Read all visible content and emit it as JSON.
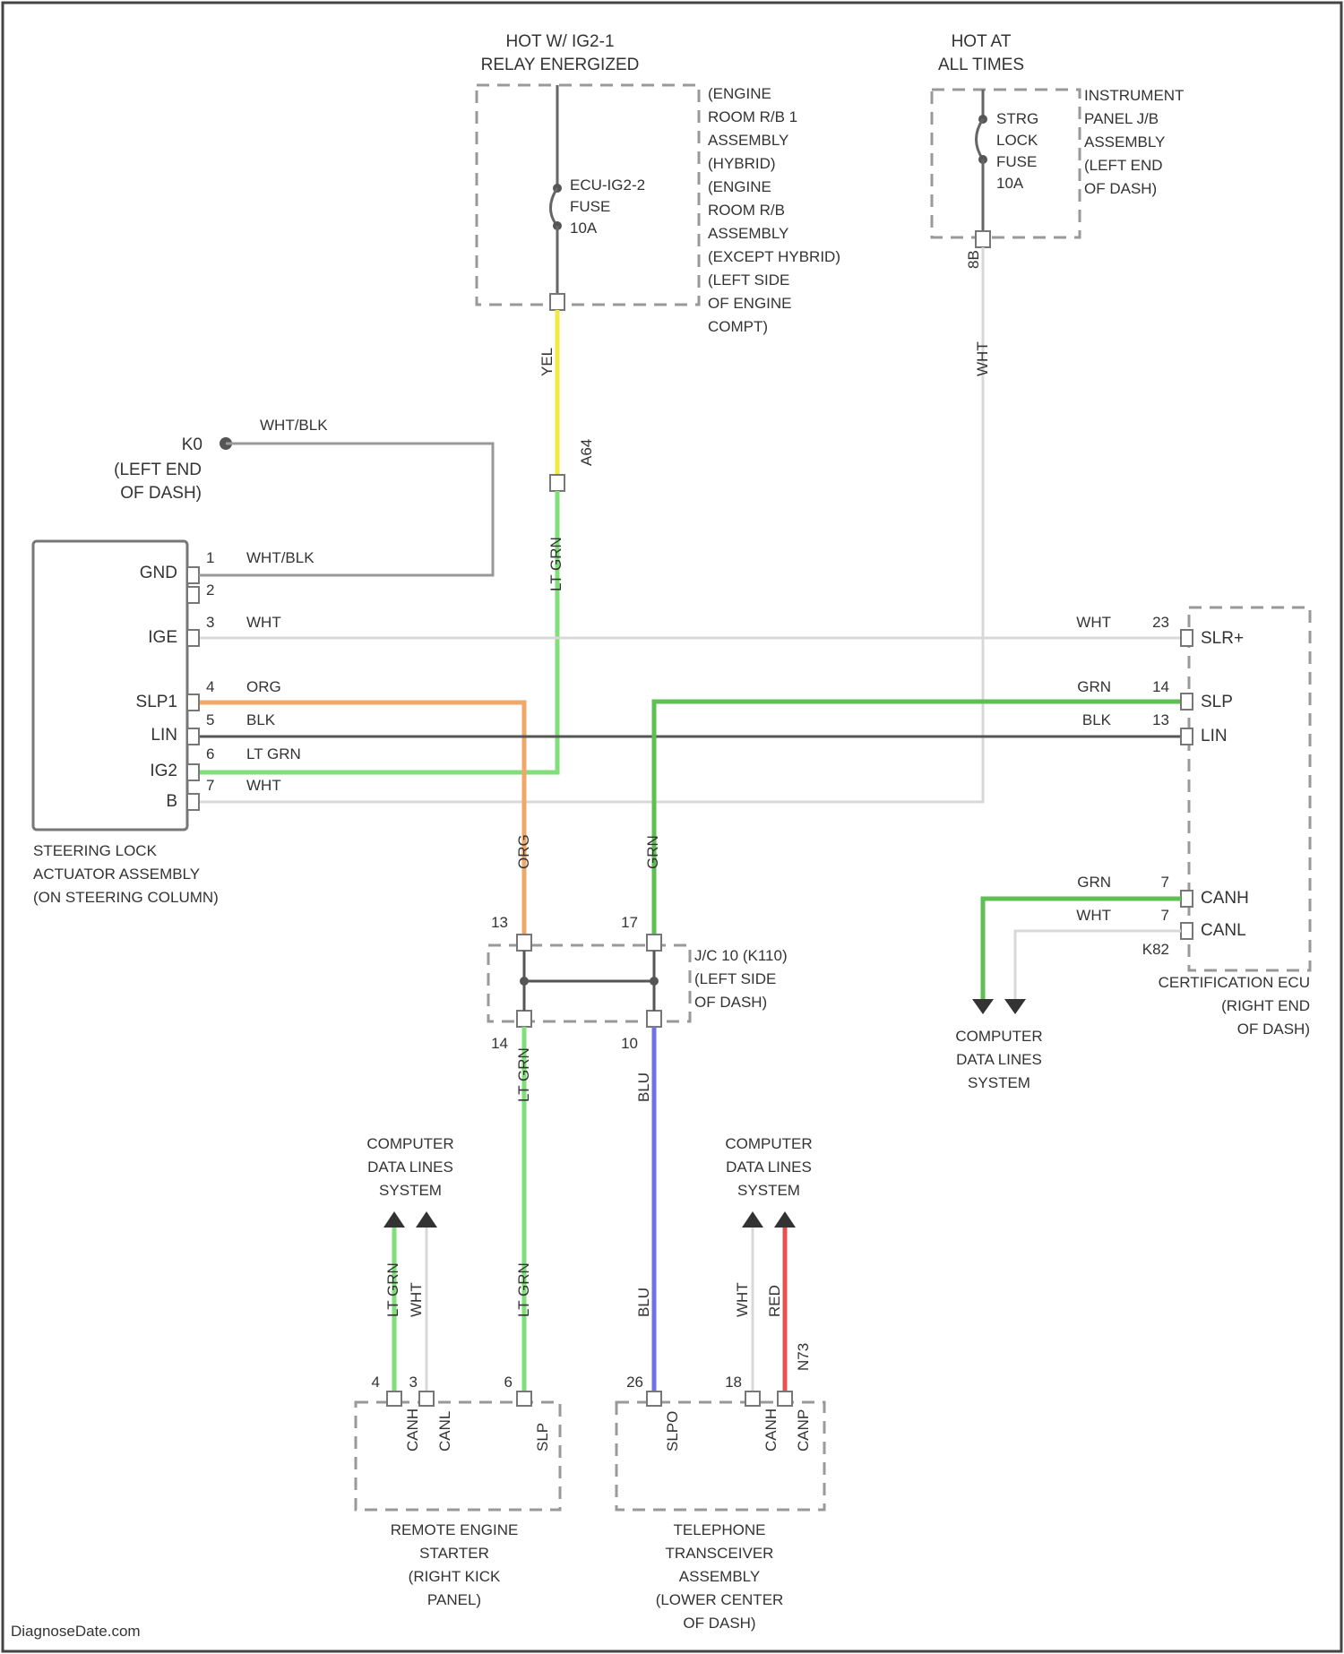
{
  "colors": {
    "yellow": "#f2ea3c",
    "lt_green": "#7fe07a",
    "green": "#5fbf52",
    "orange": "#f0a868",
    "black": "#555555",
    "white_wire": "#d8d8d8",
    "blue": "#7070e8",
    "red": "#e85050"
  },
  "top_left": {
    "hot_line1": "HOT W/ IG2-1",
    "hot_line2": "RELAY ENERGIZED",
    "fuse_label": [
      "ECU-IG2-2",
      "FUSE",
      "10A"
    ],
    "location": [
      "(ENGINE",
      "ROOM R/B 1",
      "ASSEMBLY",
      "(HYBRID)",
      "(ENGINE",
      "ROOM R/B",
      "ASSEMBLY",
      "(EXCEPT HYBRID)",
      "(LEFT SIDE",
      "OF ENGINE",
      "COMPT)"
    ]
  },
  "top_right": {
    "hot_line1": "HOT AT",
    "hot_line2": "ALL TIMES",
    "fuse_label": [
      "STRG",
      "LOCK",
      "FUSE",
      "10A"
    ],
    "location": [
      "INSTRUMENT",
      "PANEL J/B",
      "ASSEMBLY",
      "(LEFT END",
      "OF DASH)"
    ],
    "pin": "8B"
  },
  "ground": {
    "id": "K0",
    "location": [
      "(LEFT END",
      "OF DASH)"
    ],
    "wire": "WHT/BLK"
  },
  "steering_lock": {
    "terminals": [
      "GND",
      "IGE",
      "SLP1",
      "LIN",
      "IG2",
      "B"
    ],
    "pins": [
      "1",
      "2",
      "3",
      "4",
      "5",
      "6",
      "7"
    ],
    "wires": [
      "WHT/BLK",
      "WHT",
      "ORG",
      "BLK",
      "LT GRN",
      "WHT"
    ],
    "name": [
      "STEERING LOCK",
      "ACTUATOR ASSEMBLY",
      "(ON STEERING COLUMN)"
    ]
  },
  "wire_labels": {
    "yel": "YEL",
    "connector_a": "A64",
    "lt_grn_vertical": "LT GRN",
    "wht_vertical": "WHT",
    "org_vertical": "ORG",
    "grn_vertical": "GRN",
    "lt_grn_lower": "LT GRN",
    "blu": "BLU"
  },
  "junction": {
    "name": [
      "J/C 10 (K110)",
      "(LEFT SIDE",
      "OF DASH)"
    ],
    "pins_top": [
      "13",
      "17"
    ],
    "pins_bottom": [
      "14",
      "10"
    ]
  },
  "certification_ecu": {
    "terminals": [
      "SLR+",
      "SLP",
      "LIN",
      "CANH",
      "CANL"
    ],
    "pins": [
      "23",
      "14",
      "13",
      "7",
      "7"
    ],
    "wires": [
      "WHT",
      "GRN",
      "BLK",
      "GRN",
      "WHT"
    ],
    "connector": "K82",
    "name": [
      "CERTIFICATION ECU",
      "(RIGHT END",
      "OF DASH)"
    ]
  },
  "data_lines": [
    "COMPUTER",
    "DATA LINES",
    "SYSTEM"
  ],
  "remote_starter": {
    "wire_labels": [
      "LT GRN",
      "WHT",
      "LT GRN"
    ],
    "pins": [
      "4",
      "3",
      "6"
    ],
    "terminals": [
      "CANH",
      "CANL",
      "SLP"
    ],
    "name": [
      "REMOTE ENGINE",
      "STARTER",
      "(RIGHT KICK",
      "PANEL)"
    ]
  },
  "telephone": {
    "wire_labels": [
      "BLU",
      "WHT",
      "RED"
    ],
    "pins": [
      "26",
      "18",
      "N73"
    ],
    "terminals": [
      "SLPO",
      "CANH",
      "CANP"
    ],
    "name": [
      "TELEPHONE",
      "TRANSCEIVER",
      "ASSEMBLY",
      "(LOWER CENTER",
      "OF DASH)"
    ]
  },
  "footer": "DiagnoseDate.com"
}
